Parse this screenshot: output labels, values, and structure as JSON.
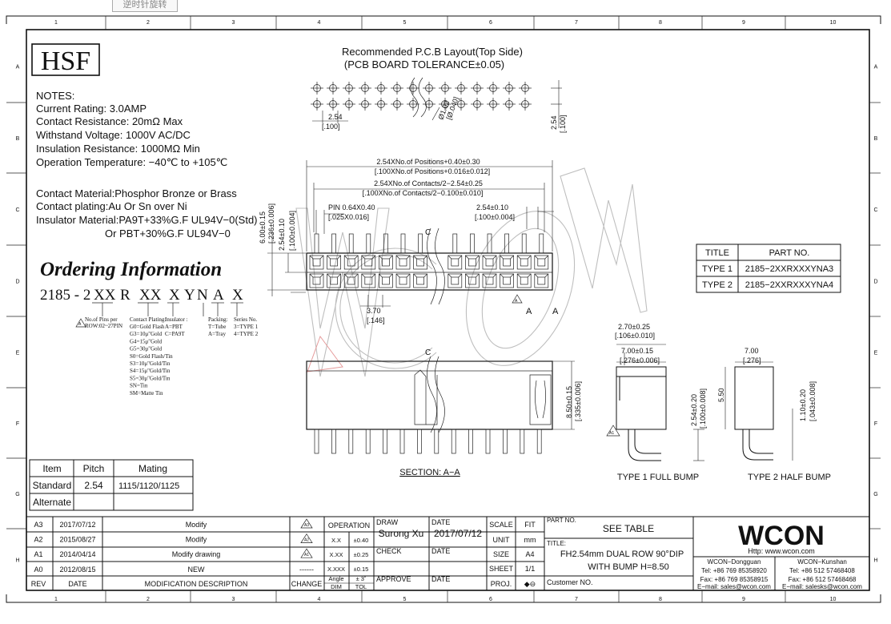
{
  "tab_label": "逆时针旋转",
  "grid": {
    "cols": [
      "1",
      "2",
      "3",
      "4",
      "5",
      "6",
      "7",
      "8",
      "9",
      "10"
    ],
    "rows": [
      "A",
      "B",
      "C",
      "D",
      "E",
      "F",
      "G",
      "H"
    ]
  },
  "logo_text": "HSF",
  "notes": {
    "heading": "NOTES:",
    "lines": [
      "Current Rating: 3.0AMP",
      "Contact Resistance: 20mΩ Max",
      "Withstand Voltage: 1000V AC/DC",
      "Insulation Resistance: 1000MΩ Min",
      "Operation Temperature: −40℃  to  +105℃"
    ],
    "material_lines": [
      "Contact Material:Phosphor Bronze or Brass",
      "Contact plating:Au Or Sn over Ni",
      "Insulator Material:PA9T+33%G.F UL94V−0(Std)",
      "Or PBT+30%G.F UL94V−0"
    ]
  },
  "ordering": {
    "title": "Ordering Information",
    "code_prefix": "2185 - 2",
    "code_parts": [
      "XX",
      "R",
      "XX",
      "X",
      "Y",
      "N",
      "A",
      "X"
    ],
    "pins_label_1": "No.of Pins per",
    "pins_label_2": "ROW:02~27PIN",
    "pins_marker": "A",
    "plating_title": "Contact Plating:",
    "plating_options": [
      "G0=Gold Flash",
      "G3=10μ\"Gold",
      "G4=15μ\"Gold",
      "G5=30μ\"Gold",
      "S0=Gold Flash/Tin",
      "S3=10μ\"Gold/Tin",
      "S4=15μ\"Gold/Tin",
      "S5=30μ\"Gold/Tin",
      "SN=Tin",
      "SM=Matte Tin"
    ],
    "insulator_title": "Insulator :",
    "insulator_options": [
      "A=PBT",
      "C=PA9T"
    ],
    "packing_title": "Packing:",
    "packing_options": [
      "T=Tube",
      "A=Tray"
    ],
    "series_title": "Series No.",
    "series_options": [
      "3=TYPE 1",
      "4=TYPE 2"
    ]
  },
  "pcb": {
    "title_1": "Recommended P.C.B Layout(Top Side)",
    "title_2": "(PCB BOARD TOLERANCE±0.05)",
    "dim_pitch": "2.54",
    "dim_pitch_in": "[.100]",
    "dim_hole": "Ø1.02",
    "dim_hole_in": "[Ø.040]",
    "dim_row": "2.54",
    "dim_row_in": "[.100]"
  },
  "front": {
    "d1": "2.54XNo.of Positions+0.40±0.30",
    "d1_in": "[.100XNo.of Positions+0.016±0.012]",
    "d2": "2.54XNo.of Contacts/2−2.54±0.25",
    "d2_in": "[.100XNo.of Contacts/2−0.100±0.010]",
    "pin": "PIN 0.64X0.40",
    "pin_in": "[.025X0.016]",
    "pitch": "2.54±0.10",
    "pitch_in": "[.100±0.004]",
    "h1": "6.00±0.15",
    "h1_in": "[.236±0.006]",
    "h2": "2.54±0.10",
    "h2_in": "[.100±0.004]",
    "d370": "3.70",
    "d370_in": "[.146]",
    "section_mark": "A",
    "cut_mark": "C",
    "rev_mark": "A"
  },
  "section": {
    "label": "SECTION:  A−A",
    "h": "8.50±0.15",
    "h_in": "[.335±0.006]",
    "cut_mark": "C"
  },
  "types": {
    "t1_label": "TYPE  1  FULL  BUMP",
    "t2_label": "TYPE  2  HALF  BUMP",
    "t1_d1": "2.70±0.25",
    "t1_d1_in": "[.106±0.010]",
    "t1_d2": "7.00±0.15",
    "t1_d2_in": "[.276±0.006]",
    "t1_d3": "2.54±0.20",
    "t1_d3_in": "[.100±0.008]",
    "t1_d4": "5.50",
    "t2_d1": "7.00",
    "t2_d1_in": "[.276]",
    "t2_d2": "1.10±0.20",
    "t2_d2_in": "[.043±0.008]",
    "rev_mark": "A1"
  },
  "part_table": {
    "headers": [
      "TITLE",
      "PART NO."
    ],
    "rows": [
      [
        "TYPE  1",
        "2185−2XXRXXXYNA3"
      ],
      [
        "TYPE  2",
        "2185−2XXRXXXYNA4"
      ]
    ]
  },
  "item_table": {
    "headers": [
      "Item",
      "Pitch",
      "Mating"
    ],
    "rows": [
      [
        "Standard",
        "2.54",
        "1115/1120/1125"
      ],
      [
        "Alternate",
        "",
        ""
      ]
    ]
  },
  "revisions": {
    "rows": [
      {
        "rev": "A3",
        "date": "2017/07/12",
        "desc": "Modify",
        "mark": "A3"
      },
      {
        "rev": "A2",
        "date": "2015/08/27",
        "desc": "Modify",
        "mark": "A2"
      },
      {
        "rev": "A1",
        "date": "2014/04/14",
        "desc": "Modify drawing",
        "mark": "A1"
      },
      {
        "rev": "A0",
        "date": "2012/08/15",
        "desc": "NEW",
        "mark": "------"
      }
    ],
    "footer": [
      "REV",
      "DATE",
      "MODIFICATION DESCRIPTION",
      "CHANGE"
    ]
  },
  "tolerance": {
    "title": "OPERATION",
    "rows": [
      [
        "X.X",
        "±0.40"
      ],
      [
        "X.XX",
        "±0.25"
      ],
      [
        "X.XXX",
        "±0.15"
      ],
      [
        "Angle",
        "± 3˚"
      ]
    ],
    "footer": [
      "DIM",
      "TOL"
    ]
  },
  "signoff": {
    "draw": "DRAW",
    "draw_name": "Surong Xu",
    "check": "CHECK",
    "approve": "APPROVE",
    "date": "DATE",
    "draw_date": "2017/07/12"
  },
  "sheet_info": {
    "scale_label": "SCALE",
    "scale": "FIT",
    "unit_label": "UNIT",
    "unit": "mm",
    "size_label": "SIZE",
    "size": "A4",
    "sheet_label": "SHEET",
    "sheet": "1/1",
    "proj_label": "PROJ.",
    "proj": "◆⊖"
  },
  "title_block": {
    "part_label": "PART NO.",
    "part_value": "SEE  TABLE",
    "title_label": "TITLE:",
    "title_1": "FH2.54mm   DUAL  ROW  90°DIP",
    "title_2": "WITH  BUMP  H=8.50",
    "customer": "Customer  NO."
  },
  "company": {
    "logo": "WCON",
    "url": "Http: www.wcon.com",
    "office_1": "WCON−Dongguan",
    "office_1_tel": "Tel: +86 769 85358920",
    "office_1_fax": "Fax: +86 769 85358915",
    "office_1_mail": "E−mail: sales@wcon.com",
    "office_2": "WCON−Kunshan",
    "office_2_tel": "Tel: +86 512 57468408",
    "office_2_fax": "Fax: +86 512 57468468",
    "office_2_mail": "E−mail: salesks@wcon.com"
  },
  "watermark": "WCON"
}
